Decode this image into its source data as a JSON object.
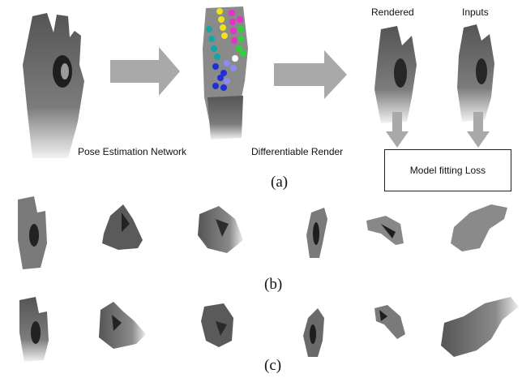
{
  "labels": {
    "rendered": "Rendered",
    "inputs": "Inputs",
    "pose_estimation": "Pose Estimation Network",
    "differentiable_render": "Differentiable Render",
    "model_fitting_loss": "Model fitting Loss",
    "panel_a": "(a)",
    "panel_b": "(b)",
    "panel_c": "(c)"
  },
  "colors": {
    "arrow": "#a9a9a9",
    "hand_dark": "#4a4a4a",
    "hand_mid": "#7a7a7a",
    "hand_light": "#cfcfcf",
    "keypoint_palm": "#1f2fd6",
    "keypoint_thumb": "#14a6a6",
    "keypoint_index": "#f0e21a",
    "keypoint_middle": "#e632c8",
    "keypoint_ring": "#2fd23a",
    "keypoint_pinky": "#8c8cf0"
  },
  "icons": [
    "depth-hand-image",
    "keypoint-overlay",
    "gray-arrow"
  ]
}
